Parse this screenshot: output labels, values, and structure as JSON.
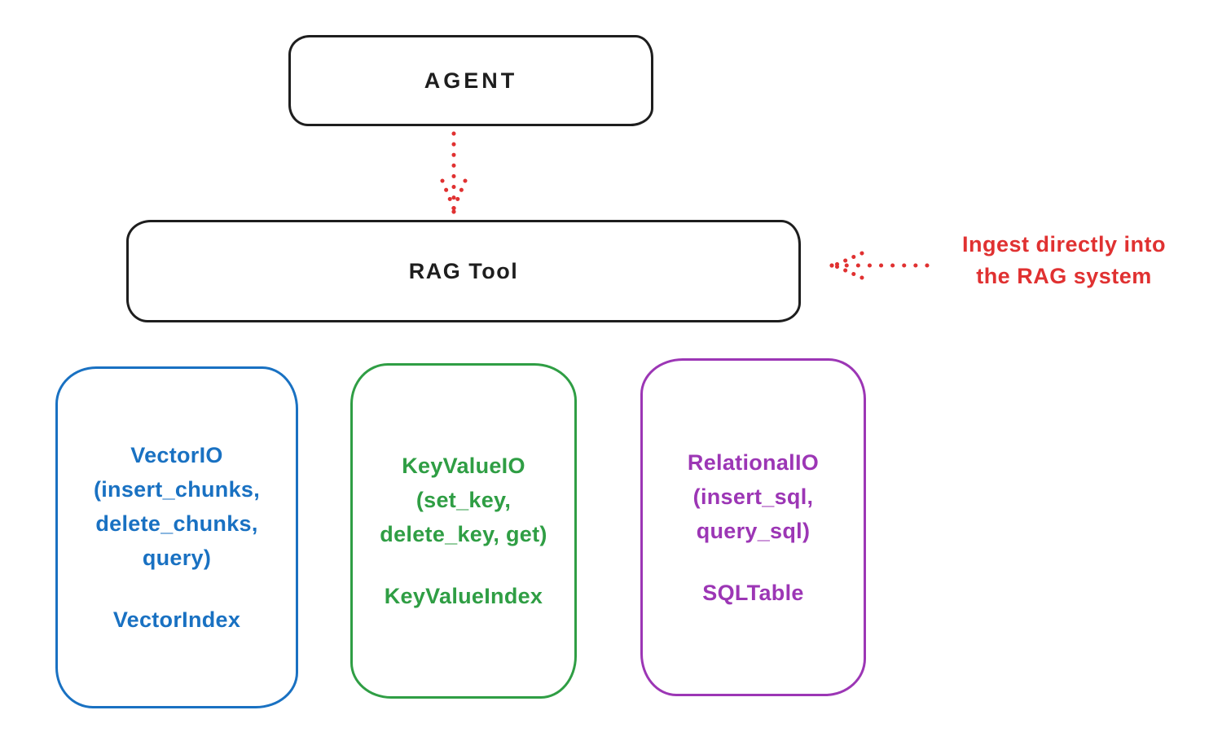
{
  "diagram": {
    "agent": {
      "label": "AGENT"
    },
    "rag": {
      "label": "RAG Tool"
    },
    "annotation": {
      "line1": "Ingest directly into",
      "line2": "the RAG system"
    },
    "boxes": {
      "vector": {
        "title": "VectorIO",
        "params": [
          "(insert_chunks,",
          "delete_chunks,",
          "query)"
        ],
        "index": "VectorIndex",
        "color": "#1971c2"
      },
      "keyvalue": {
        "title": "KeyValueIO",
        "params": [
          "(set_key,",
          "delete_key, get)"
        ],
        "index": "KeyValueIndex",
        "color": "#2f9e44"
      },
      "relational": {
        "title": "RelationalIO",
        "params": [
          "(insert_sql,",
          "query_sql)"
        ],
        "index": "SQLTable",
        "color": "#9c36b5"
      }
    },
    "colors": {
      "stroke_black": "#1e1e1e",
      "accent_red": "#e03131",
      "accent_blue": "#1971c2",
      "accent_green": "#2f9e44",
      "accent_purple": "#9c36b5",
      "background": "#ffffff"
    }
  }
}
